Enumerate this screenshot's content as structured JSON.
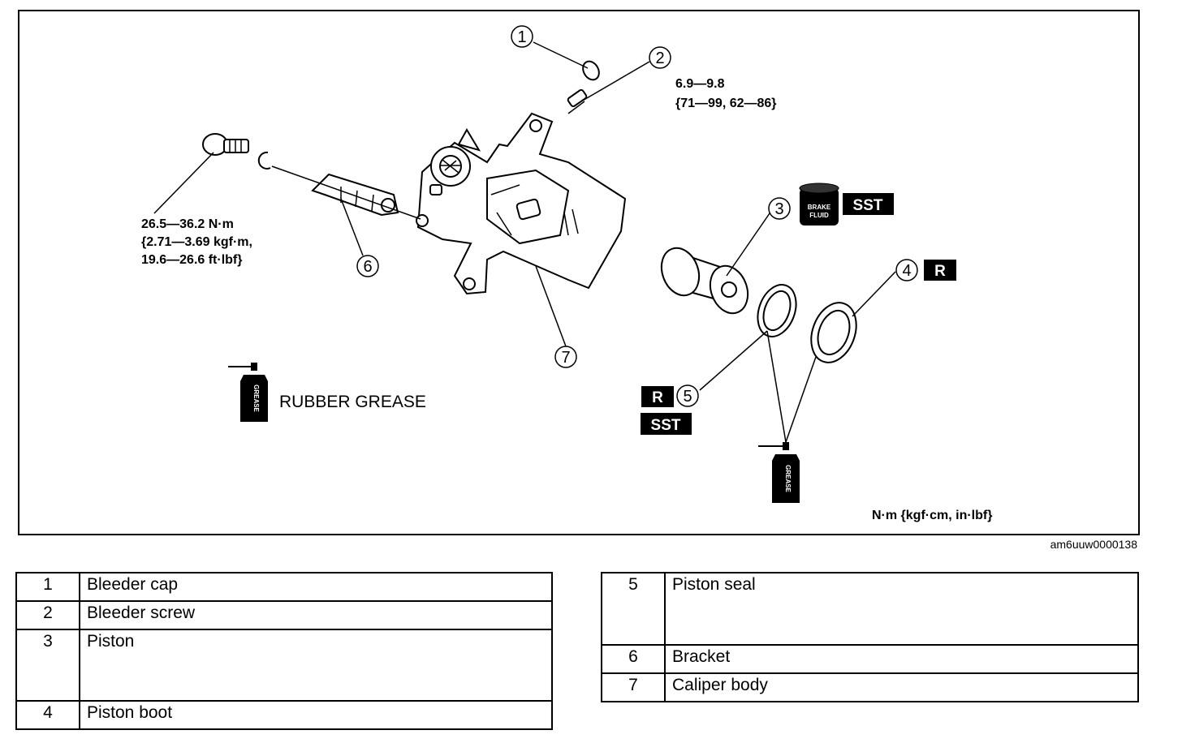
{
  "torque": {
    "bleeder_line1": "6.9—9.8",
    "bleeder_line2": "{71—99, 62—86}",
    "bolt_line1": "26.5—36.2 N·m",
    "bolt_line2": "{2.71—3.69 kgf·m,",
    "bolt_line3": "19.6—26.6 ft·lbf}",
    "unit_note": "N·m {kgf·cm, in·lbf}"
  },
  "callouts": [
    "1",
    "2",
    "3",
    "4",
    "5",
    "6",
    "7"
  ],
  "tags": {
    "sst": "SST",
    "r": "R",
    "brake_fluid_1": "BRAKE",
    "brake_fluid_2": "FLUID",
    "grease": "GREASE"
  },
  "rubber_grease_label": "RUBBER GREASE",
  "figure_ref": "am6uuw0000138",
  "parts_left": [
    {
      "no": "1",
      "name": "Bleeder cap"
    },
    {
      "no": "2",
      "name": "Bleeder screw"
    },
    {
      "no": "3",
      "name": "Piston"
    },
    {
      "no": "4",
      "name": "Piston boot"
    }
  ],
  "parts_right": [
    {
      "no": "5",
      "name": "Piston seal"
    },
    {
      "no": "6",
      "name": "Bracket"
    },
    {
      "no": "7",
      "name": "Caliper body"
    }
  ]
}
